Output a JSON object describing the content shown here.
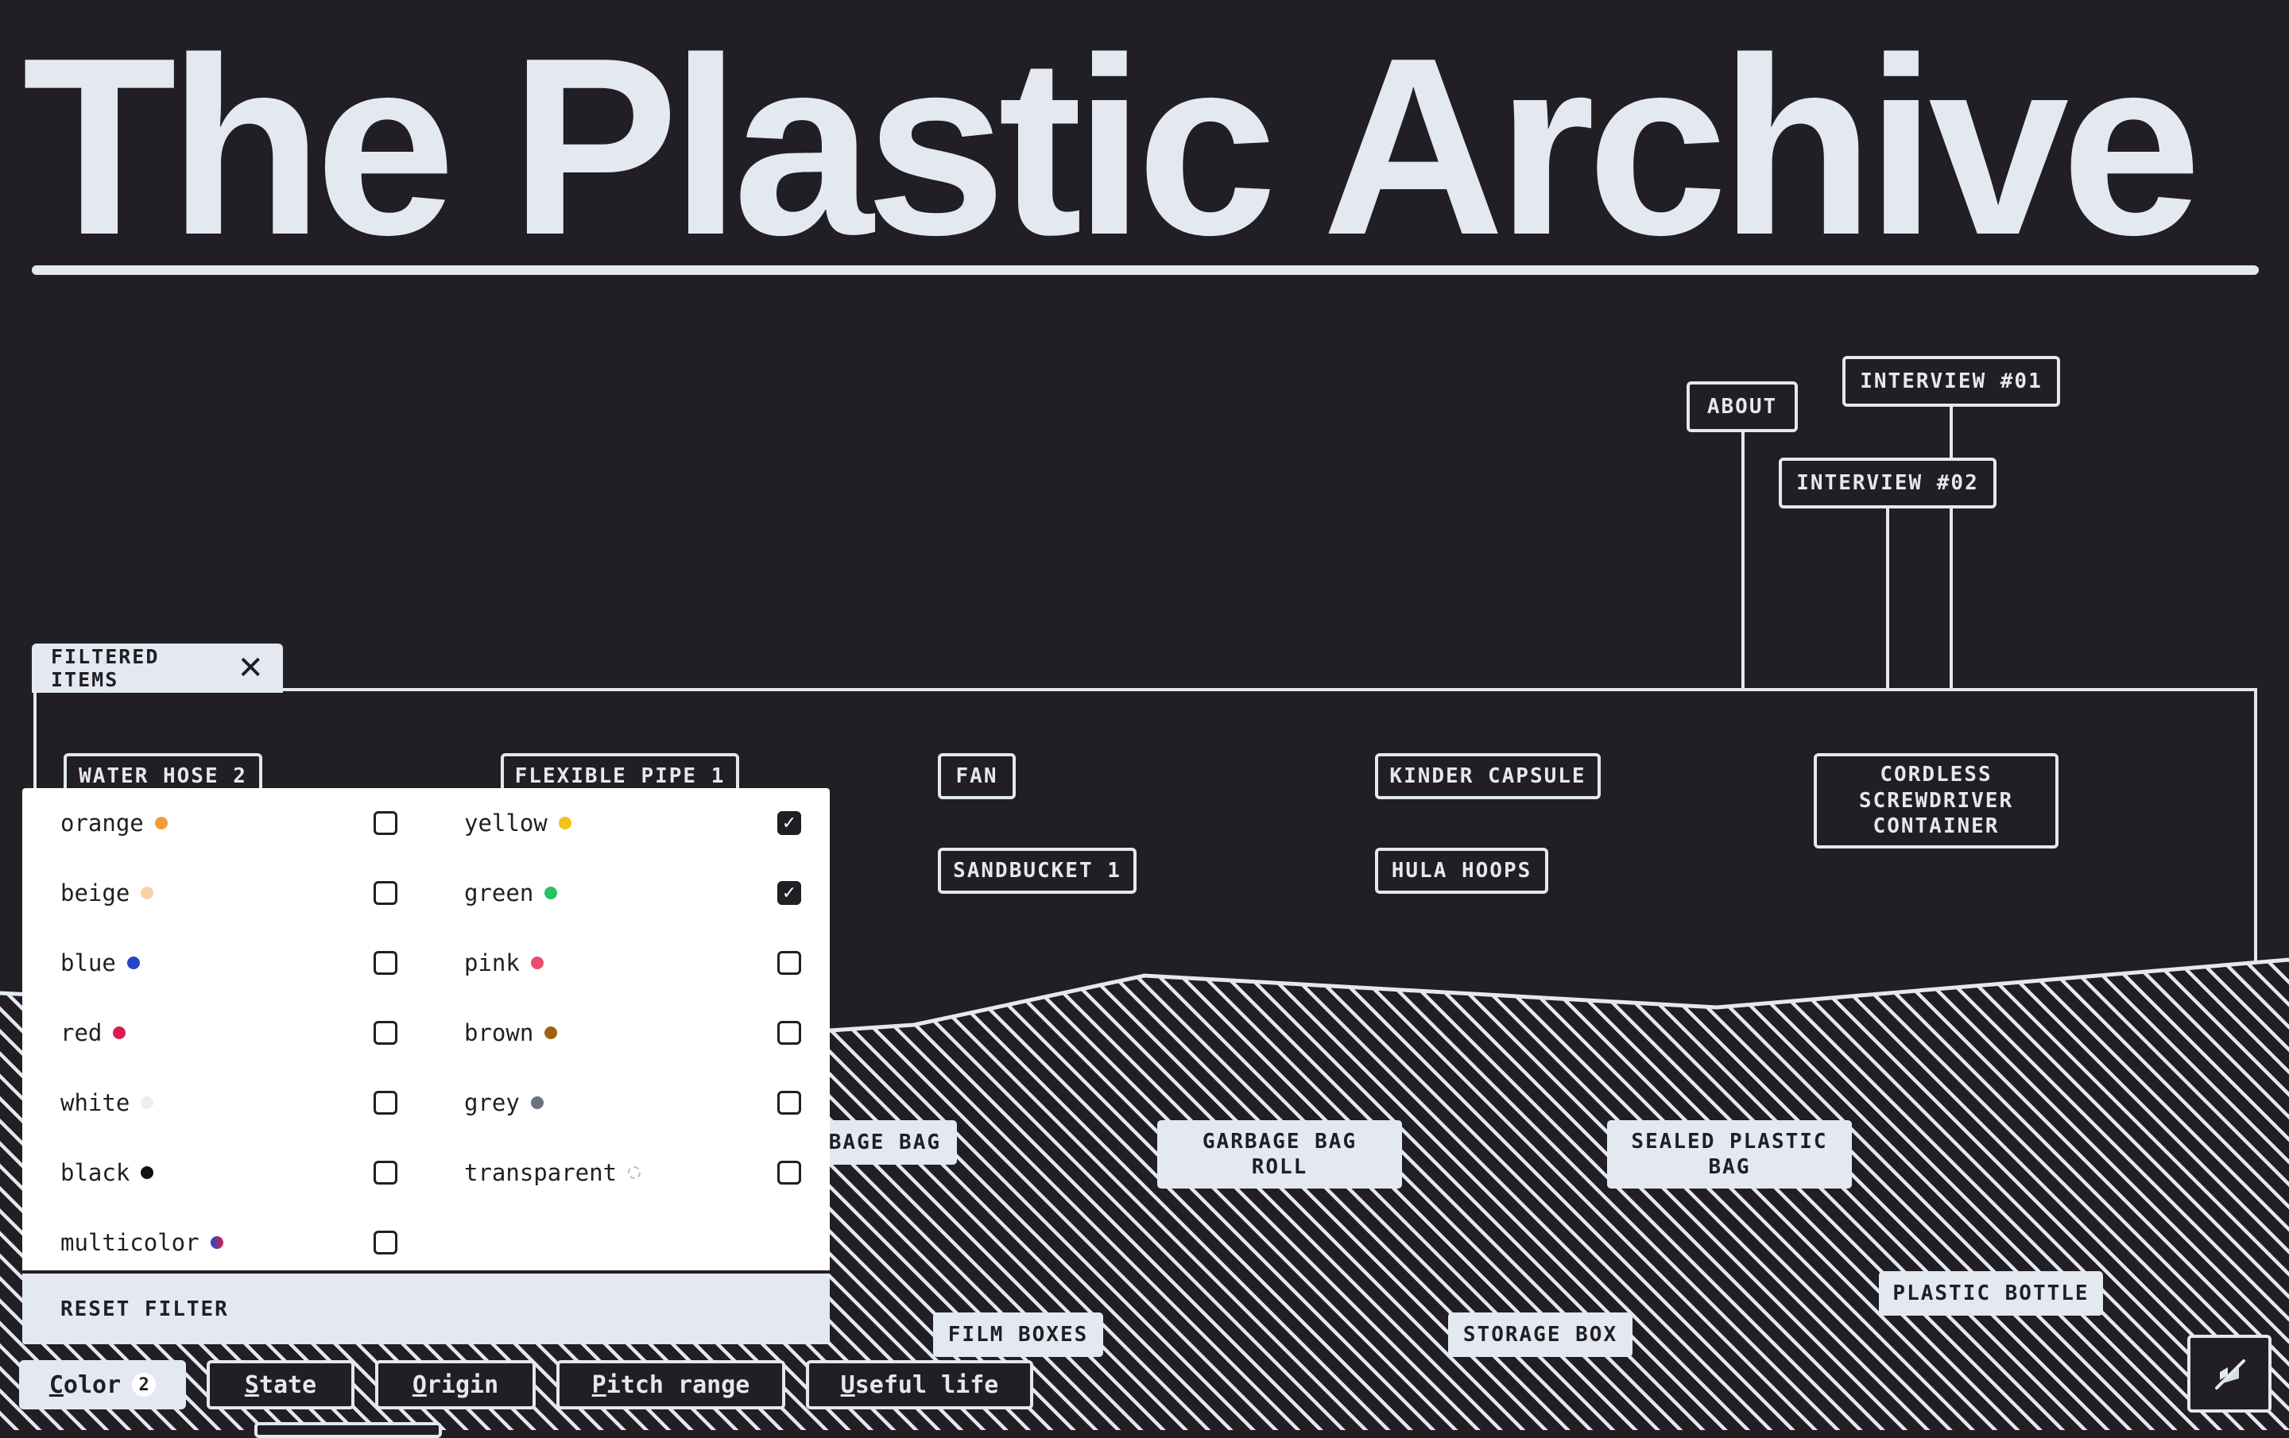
{
  "title": "The Plastic Archive",
  "nav": {
    "about": "ABOUT",
    "interview1": "INTERVIEW #01",
    "interview2": "INTERVIEW #02"
  },
  "filtered": {
    "label": "FILTERED ITEMS",
    "items": [
      "WATER HOSE 2",
      "FLEXIBLE PIPE 1",
      "FAN",
      "SANDBUCKET 1",
      "KINDER CAPSULE",
      "HULA HOOPS",
      "CORDLESS SCREWDRIVER CONTAINER"
    ]
  },
  "ground_items": [
    "GARBAGE BAG",
    "GARBAGE BAG ROLL",
    "SEALED PLASTIC BAG",
    "PLASTIC BOTTLE",
    "FILM BOXES",
    "STORAGE BOX"
  ],
  "color_filter": {
    "left": [
      {
        "label": "orange",
        "color": "#f39a3c",
        "checked": false
      },
      {
        "label": "beige",
        "color": "#f8d1a8",
        "checked": false
      },
      {
        "label": "blue",
        "color": "#2347c7",
        "checked": false
      },
      {
        "label": "red",
        "color": "#d61f4e",
        "checked": false
      },
      {
        "label": "white",
        "color": "#eceef2",
        "checked": false
      },
      {
        "label": "black",
        "color": "#111111",
        "checked": false
      },
      {
        "label": "multicolor",
        "color": "#8a4fd1",
        "checked": false
      }
    ],
    "right": [
      {
        "label": "yellow",
        "color": "#f2c21b",
        "checked": true
      },
      {
        "label": "green",
        "color": "#22c55e",
        "checked": true
      },
      {
        "label": "pink",
        "color": "#ee4a6d",
        "checked": false
      },
      {
        "label": "brown",
        "color": "#a0620e",
        "checked": false
      },
      {
        "label": "grey",
        "color": "#6b7280",
        "checked": false
      },
      {
        "label": "transparent",
        "color": "#dddddd",
        "checked": false
      }
    ],
    "reset_label": "RESET FILTER"
  },
  "filter_buttons": {
    "color": {
      "first": "C",
      "rest": "olor",
      "count": "2"
    },
    "state": {
      "first": "S",
      "rest": "tate"
    },
    "origin": {
      "first": "O",
      "rest": "rigin"
    },
    "pitch": {
      "first": "P",
      "rest": "itch range"
    },
    "life": {
      "first": "U",
      "rest": "seful life"
    }
  },
  "icons": {
    "corner_button": "sound-off-icon",
    "close": "close-icon",
    "checkmark": "check-icon"
  }
}
